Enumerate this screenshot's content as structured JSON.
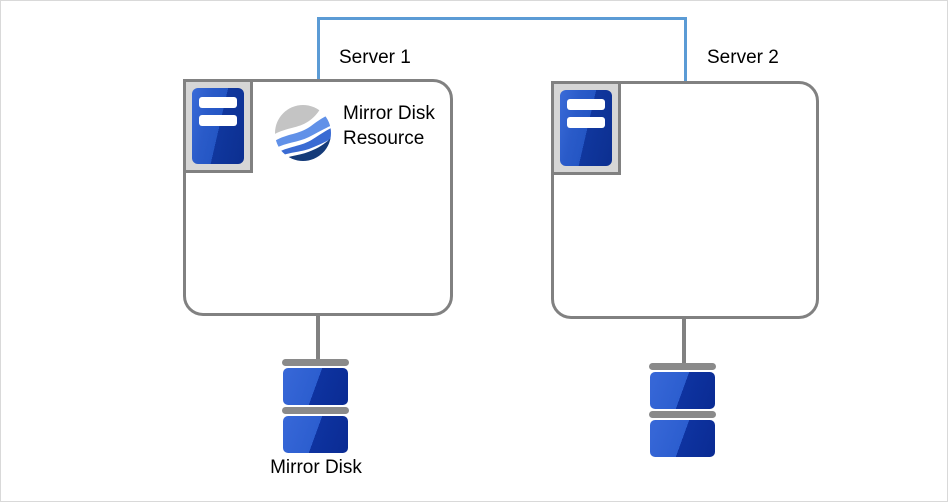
{
  "canvas": {
    "background": "#ffffff",
    "border_color": "#d9d9d9"
  },
  "heartbeat_connector": {
    "color": "#5b9bd5",
    "style": "right-angle polyline joining the tops of both servers"
  },
  "outline_color": "#818181",
  "servers": [
    {
      "label": "Server 1",
      "icon": "server-tower-icon"
    },
    {
      "label": "Server 2",
      "icon": "server-tower-icon"
    }
  ],
  "resource": {
    "label": "Mirror Disk Resource",
    "icon": "mirror-globe-icon",
    "host": "Server 1"
  },
  "disks": [
    {
      "label": "Mirror Disk",
      "icon": "disk-stack-icon",
      "connected_to": "Server 1"
    },
    {
      "label": "",
      "icon": "disk-stack-icon",
      "connected_to": "Server 2"
    }
  ],
  "icon_colors": {
    "tower_blue": "#2456c4",
    "tower_blue_dark": "#10379e",
    "disk_blue": "#2c5ecf",
    "disk_blue_dark": "#0e33a0",
    "globe_gray": "#c4c4c4",
    "globe_light_blue": "#6191e8",
    "globe_mid_blue": "#3a6bd3",
    "globe_navy": "#153b79",
    "frame_fill": "#d6d6d6"
  }
}
